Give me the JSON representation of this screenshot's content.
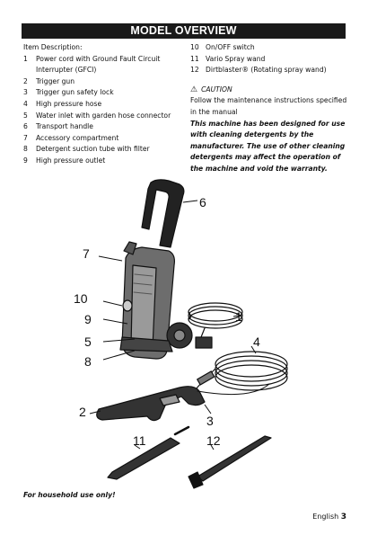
{
  "title": "MODEL OVERVIEW",
  "item_description_heading": "Item Description:",
  "left_items": [
    {
      "num": "1",
      "text": "Power cord with Ground Fault Circuit Interrupter (GFCI)"
    },
    {
      "num": "2",
      "text": "Trigger gun"
    },
    {
      "num": "3",
      "text": "Trigger gun safety lock"
    },
    {
      "num": "4",
      "text": "High pressure hose"
    },
    {
      "num": "5",
      "text": "Water inlet with garden hose connector"
    },
    {
      "num": "6",
      "text": "Transport handle"
    },
    {
      "num": "7",
      "text": "Accessory compartment"
    },
    {
      "num": "8",
      "text": "Detergent suction tube with filter"
    },
    {
      "num": "9",
      "text": "High pressure outlet"
    }
  ],
  "right_items": [
    {
      "num": "10",
      "text": "On/OFF switch"
    },
    {
      "num": "11",
      "text": "Vario Spray wand"
    },
    {
      "num": "12",
      "text": "Dirtblaster® (Rotating spray wand)"
    }
  ],
  "caution": {
    "label": "CAUTION",
    "line1": "Follow the maintenance instructions specified in the manual",
    "warning": "This machine has been designed for use with cleaning detergents by the manufacturer. The use of other cleaning detergents may affect the operation of the machine and void the warranty."
  },
  "callouts": [
    "1",
    "2",
    "3",
    "4",
    "5",
    "6",
    "7",
    "8",
    "9",
    "10",
    "11",
    "12"
  ],
  "footer_note": "For household use only!",
  "page_footer": {
    "language": "English",
    "page": "3"
  }
}
